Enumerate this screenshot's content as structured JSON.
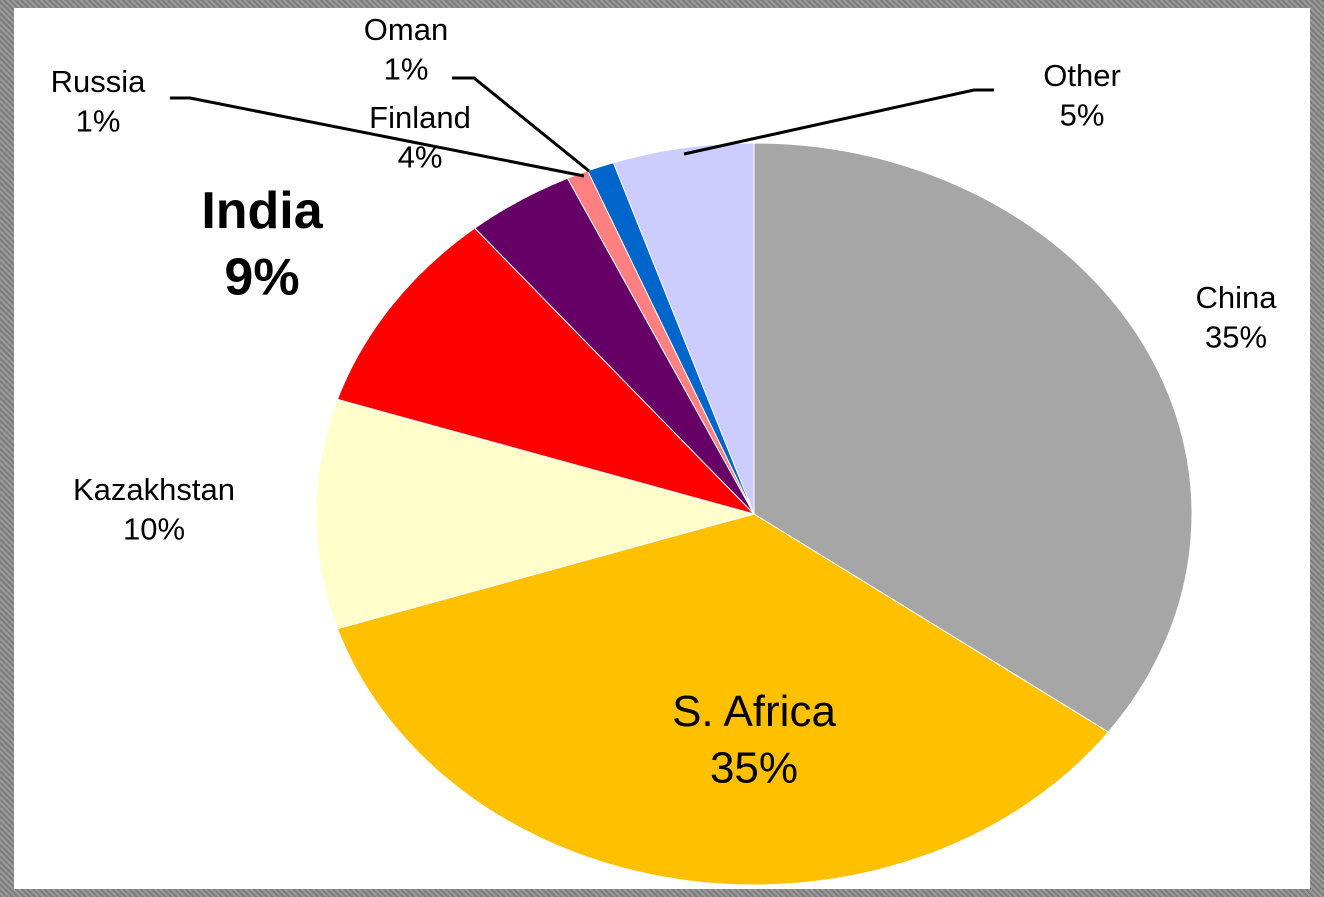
{
  "chart_data": {
    "type": "pie",
    "title": "",
    "slices": [
      {
        "name": "China",
        "label": "China",
        "pct": "35%",
        "value": 35,
        "color": "#a6a6a6"
      },
      {
        "name": "S. Africa",
        "label": "S. Africa",
        "pct": "35%",
        "value": 35,
        "color": "#ffc000"
      },
      {
        "name": "Kazakhstan",
        "label": "Kazakhstan",
        "pct": "10%",
        "value": 10,
        "color": "#ffffcc"
      },
      {
        "name": "India",
        "label": "India",
        "pct": "9%",
        "value": 9,
        "color": "#ff0000"
      },
      {
        "name": "Finland",
        "label": "Finland",
        "pct": "4%",
        "value": 4,
        "color": "#660066"
      },
      {
        "name": "Russia",
        "label": "Russia",
        "pct": "1%",
        "value": 0.8,
        "color": "#ff8080"
      },
      {
        "name": "Oman",
        "label": "Oman",
        "pct": "1%",
        "value": 1,
        "color": "#0066cc"
      },
      {
        "name": "Other",
        "label": "Other",
        "pct": "5%",
        "value": 5.2,
        "color": "#ccccff"
      }
    ],
    "start": "12 o'clock",
    "direction": "clockwise",
    "legend": "none"
  }
}
